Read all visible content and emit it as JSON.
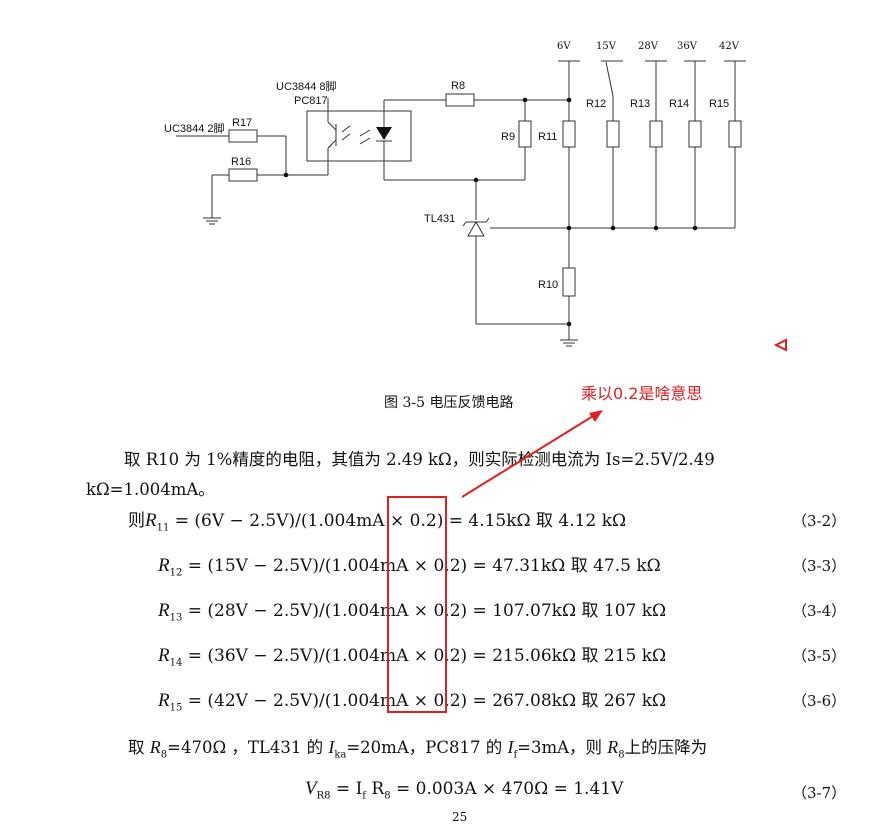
{
  "figure": {
    "caption": "图 3-5  电压反馈电路",
    "labels": {
      "uc3844_pin8": "UC3844 8脚",
      "pc817": "PC817",
      "uc3844_pin2": "UC3844 2脚",
      "r8": "R8",
      "r9": "R9",
      "r10": "R10",
      "r11": "R11",
      "r12": "R12",
      "r13": "R13",
      "r14": "R14",
      "r15": "R15",
      "r16": "R16",
      "r17": "R17",
      "tl431": "TL431"
    },
    "voltages": [
      "6V",
      "15V",
      "28V",
      "36V",
      "42V"
    ]
  },
  "annotation": {
    "text": "乘以0.2是啥意思",
    "color": "#e02020"
  },
  "paragraph1": {
    "line1": "取 R10 为 1%精度的电阻，其值为 2.49 kΩ，则实际检测电流为 Is=2.5V/2.49",
    "line2": "kΩ=1.004mA。"
  },
  "equations": [
    {
      "prefix": "则",
      "sub": "11",
      "volt": "6V",
      "result": "4.15kΩ",
      "take": "取 4.12 kΩ",
      "num": "（3-2）"
    },
    {
      "prefix": "",
      "sub": "12",
      "volt": "15V",
      "result": "47.31kΩ",
      "take": "取 47.5 kΩ",
      "num": "（3-3）"
    },
    {
      "prefix": "",
      "sub": "13",
      "volt": "28V",
      "result": "107.07kΩ",
      "take": "取 107 kΩ",
      "num": "（3-4）"
    },
    {
      "prefix": "",
      "sub": "14",
      "volt": "36V",
      "result": "215.06kΩ",
      "take": "取 215 kΩ",
      "num": "（3-5）"
    },
    {
      "prefix": "",
      "sub": "15",
      "volt": "42V",
      "result": "267.08kΩ",
      "take": "取 267 kΩ",
      "num": "（3-6）"
    }
  ],
  "eq_common": {
    "ref": "2.5V",
    "current": "1.004mA",
    "factor": "0.2"
  },
  "paragraph2": {
    "t1": "取 ",
    "r8": "R",
    "r8sub": "8",
    "t2": "=470Ω ，TL431 的 ",
    "ika": "I",
    "ikasub": "ka",
    "t3": "=20mA，PC817 的 ",
    "if": "I",
    "ifsub": "f",
    "t4": "=3mA，则 ",
    "r8b": "R",
    "r8bsub": "8",
    "t5": "上的压降为"
  },
  "equation7": {
    "lhs": "V",
    "lhs_sub": "R8",
    "rhs": "= I",
    "rhs_sub": "f",
    "rhs2": " R",
    "rhs2_sub": "8",
    "rhs3": " = 0.003A × 470Ω = 1.41V",
    "num": "（3-7）"
  },
  "page_number": "25"
}
